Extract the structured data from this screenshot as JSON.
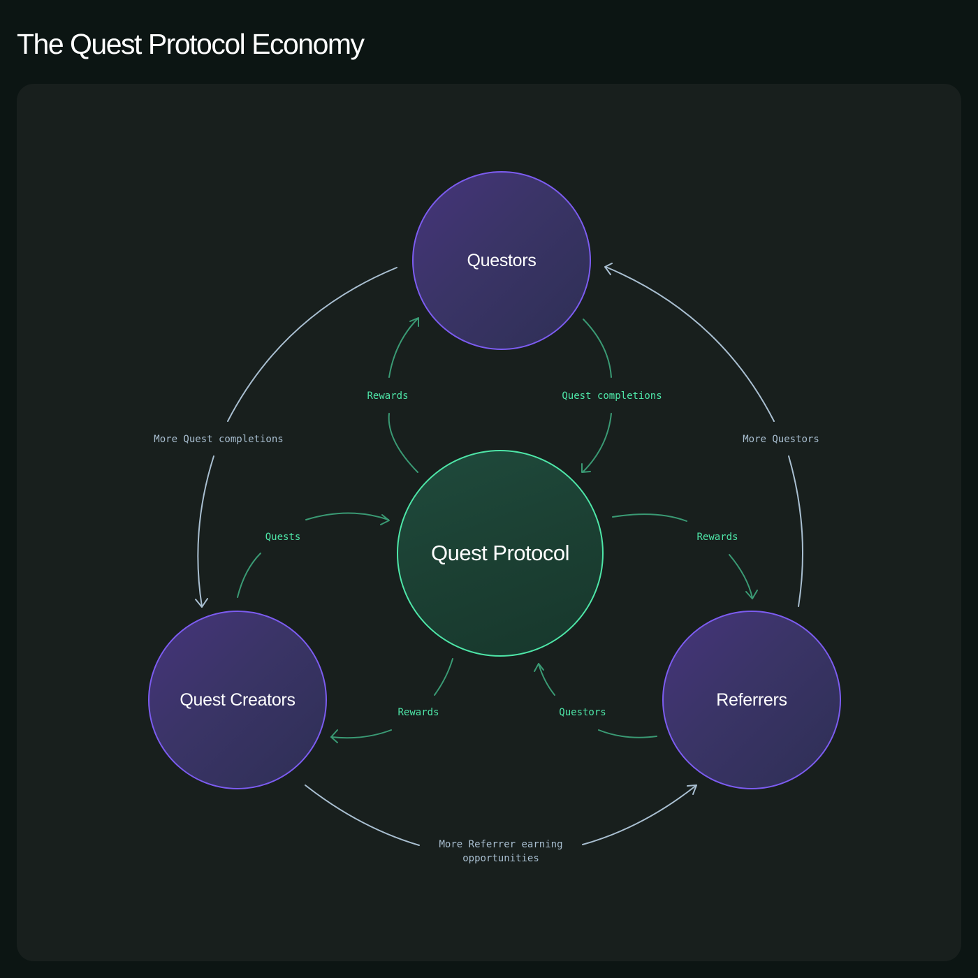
{
  "title": "The Quest Protocol Economy",
  "nodes": {
    "questors": "Questors",
    "quest_protocol": "Quest Protocol",
    "quest_creators": "Quest Creators",
    "referrers": "Referrers"
  },
  "flows": {
    "rewards_to_questors": "Rewards",
    "quest_completions": "Quest completions",
    "quests": "Quests",
    "rewards_to_referrers": "Rewards",
    "rewards_to_creators": "Rewards",
    "questors_from_referrers": "Questors",
    "more_quest_completions": "More Quest completions",
    "more_questors": "More Questors",
    "more_referrer_earning": "More Referrer earning\nopportunities"
  },
  "colors": {
    "background": "#0c1513",
    "panel": "#181f1d",
    "role_border": "#7c5cf0",
    "protocol_border": "#4ee6a8",
    "inner_flow": "#3a9a74",
    "inner_label": "#4ee6a8",
    "outer_flow": "#a9bfd1"
  }
}
